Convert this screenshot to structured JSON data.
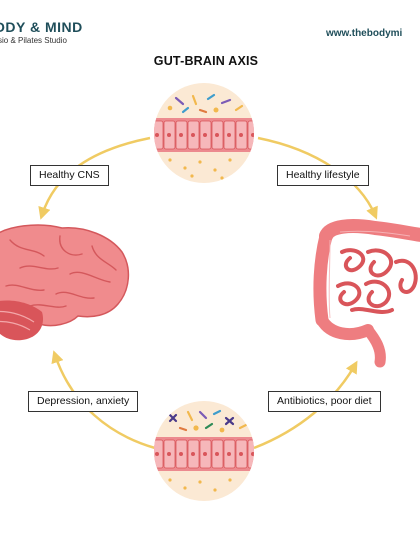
{
  "brand": {
    "name": "ODY & MIND",
    "subtitle": "ysio & Pilates Studio"
  },
  "url": "www.thebodymi",
  "title": "GUT-BRAIN AXIS",
  "labels": {
    "healthy_cns": "Healthy CNS",
    "healthy_lifestyle": "Healthy lifestyle",
    "depression_anxiety": "Depression, anxiety",
    "antibiotics_diet": "Antibiotics, poor diet"
  },
  "colors": {
    "arrow": "#f0cb63",
    "brain": "#f08b8d",
    "brain_dark": "#d4585c",
    "gut": "#ee7d80",
    "gut_dark": "#d9555a",
    "cell": "#ec8a8f",
    "circle_bg": "#fbe9d4",
    "brand": "#1f4e5a"
  },
  "icons": [
    "brain-icon",
    "intestine-icon",
    "healthy-microbiome-icon",
    "unhealthy-microbiome-icon"
  ]
}
